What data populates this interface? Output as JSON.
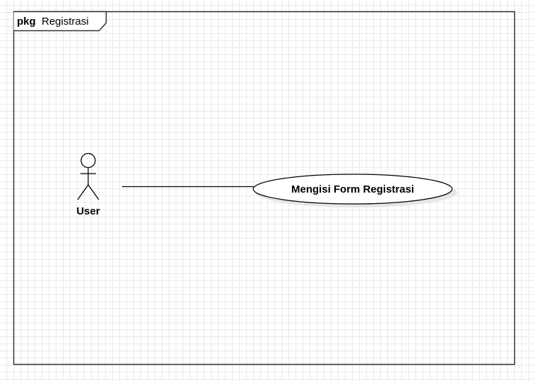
{
  "package": {
    "keyword": "pkg",
    "name": "Registrasi"
  },
  "actor": {
    "label": "User"
  },
  "use_case": {
    "label": "Mengisi Form Registrasi"
  }
}
